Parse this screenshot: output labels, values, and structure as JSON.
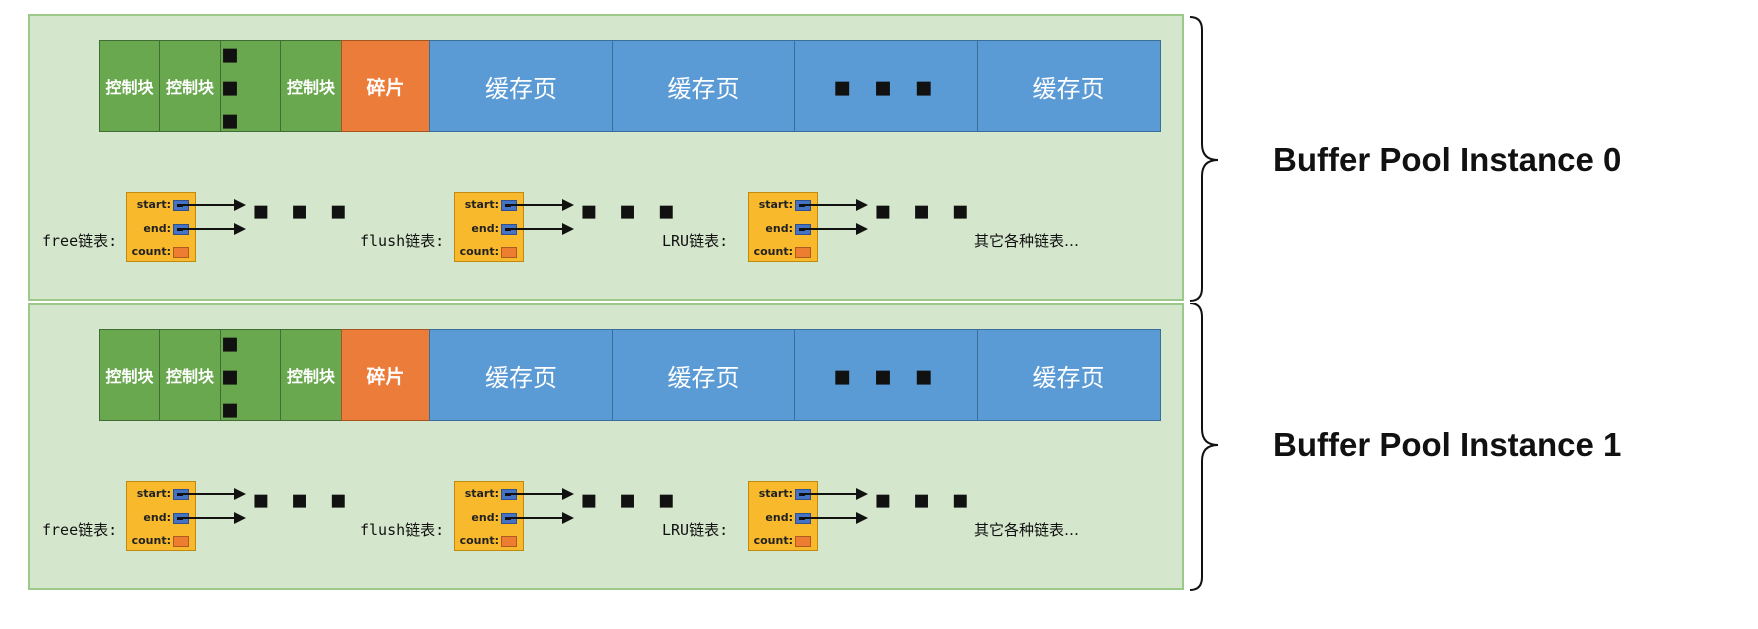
{
  "page_cells": {
    "control_block": "控制块",
    "fragment": "碎片",
    "cache_page": "缓存页",
    "ellipsis": "▪ ▪ ▪"
  },
  "list_node": {
    "start": "start:",
    "end": "end:",
    "count": "count:"
  },
  "lists": {
    "free": "free链表:",
    "flush": "flush链表:",
    "lru": "LRU链表:",
    "others": "其它各种链表…",
    "dots": "▪ ▪ ▪"
  },
  "instances": [
    {
      "label": "Buffer Pool Instance 0"
    },
    {
      "label": "Buffer Pool Instance 1"
    }
  ],
  "colors": {
    "instance_bg": "#d4e6cb",
    "control_block": "#6aa84f",
    "fragment": "#ec7c3a",
    "cache_page": "#5b9bd5",
    "list_node": "#f8b92c"
  }
}
